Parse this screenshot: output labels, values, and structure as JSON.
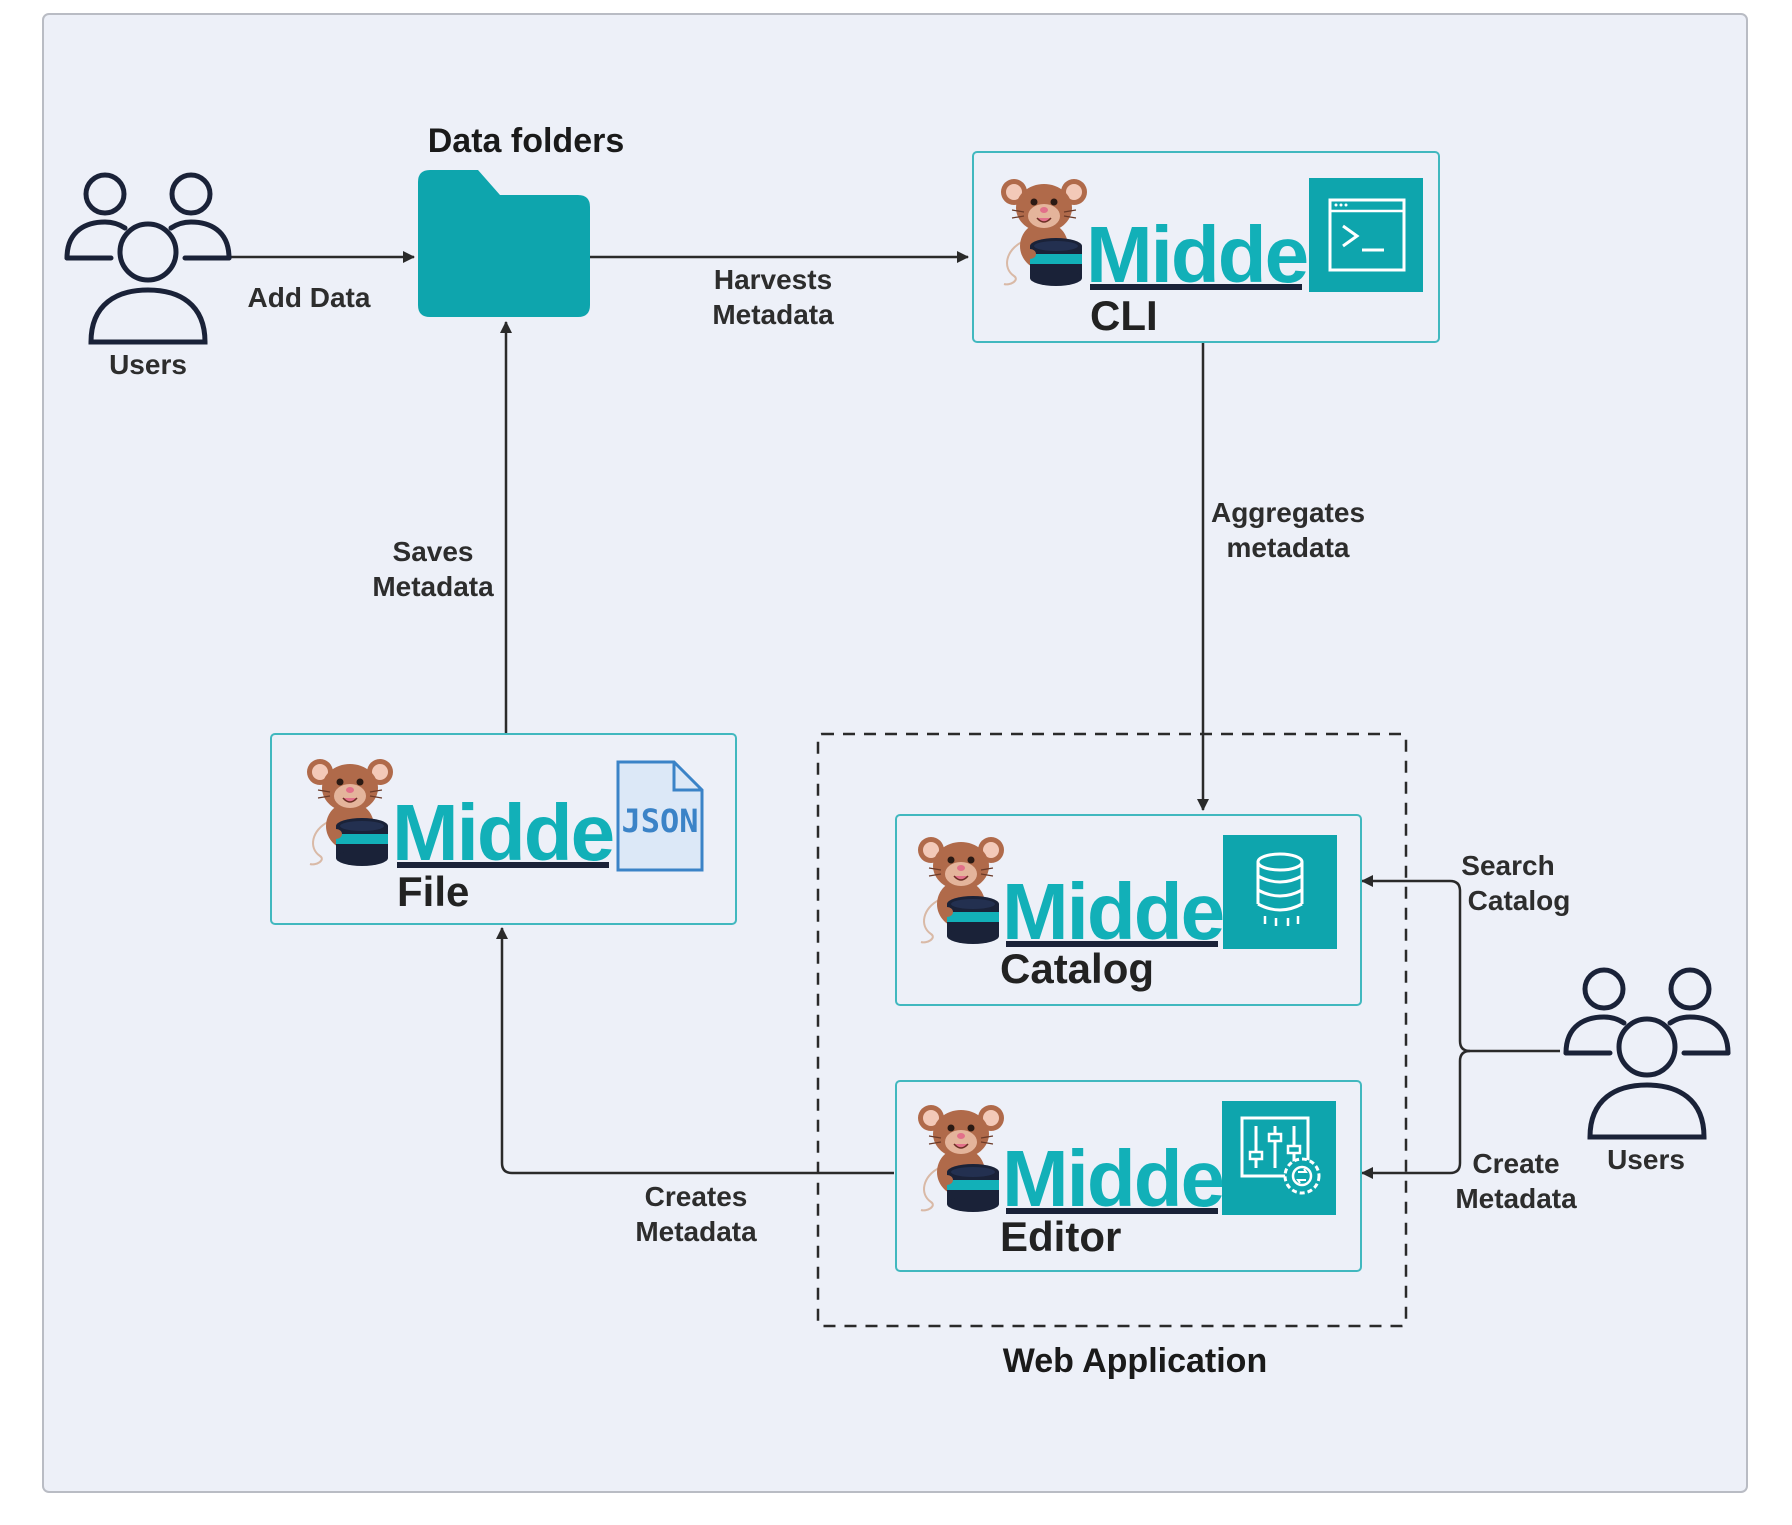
{
  "diagram": {
    "colors": {
      "background": "#edf0f8",
      "teal": "#0ea5ad",
      "brand_text": "#12b0b8",
      "navy": "#1a2238",
      "box_border": "#41b8bf",
      "mouse": "#b06a4a"
    },
    "nodes": {
      "users_left": {
        "label": "Users",
        "icon": "users-icon"
      },
      "data_folders": {
        "label": "Data folders",
        "icon": "folder-icon"
      },
      "cli": {
        "brand": "Midden",
        "label": "CLI",
        "icon": "terminal-icon"
      },
      "file": {
        "brand": "Midden",
        "label": "File",
        "icon": "json-file-icon",
        "icon_text": "JSON"
      },
      "catalog": {
        "brand": "Midden",
        "label": "Catalog",
        "icon": "database-icon"
      },
      "editor": {
        "brand": "Midden",
        "label": "Editor",
        "icon": "settings-sliders-icon"
      },
      "users_right": {
        "label": "Users",
        "icon": "users-icon"
      },
      "web_app": {
        "label": "Web Application"
      }
    },
    "edges": {
      "add_data": "Add Data",
      "harvests": [
        "Harvests",
        "Metadata"
      ],
      "aggregates": [
        "Aggregates",
        "metadata"
      ],
      "saves": [
        "Saves",
        "Metadata"
      ],
      "search": [
        "Search",
        "Catalog"
      ],
      "create": [
        "Create",
        "Metadata"
      ],
      "creates": [
        "Creates",
        "Metadata"
      ]
    }
  }
}
